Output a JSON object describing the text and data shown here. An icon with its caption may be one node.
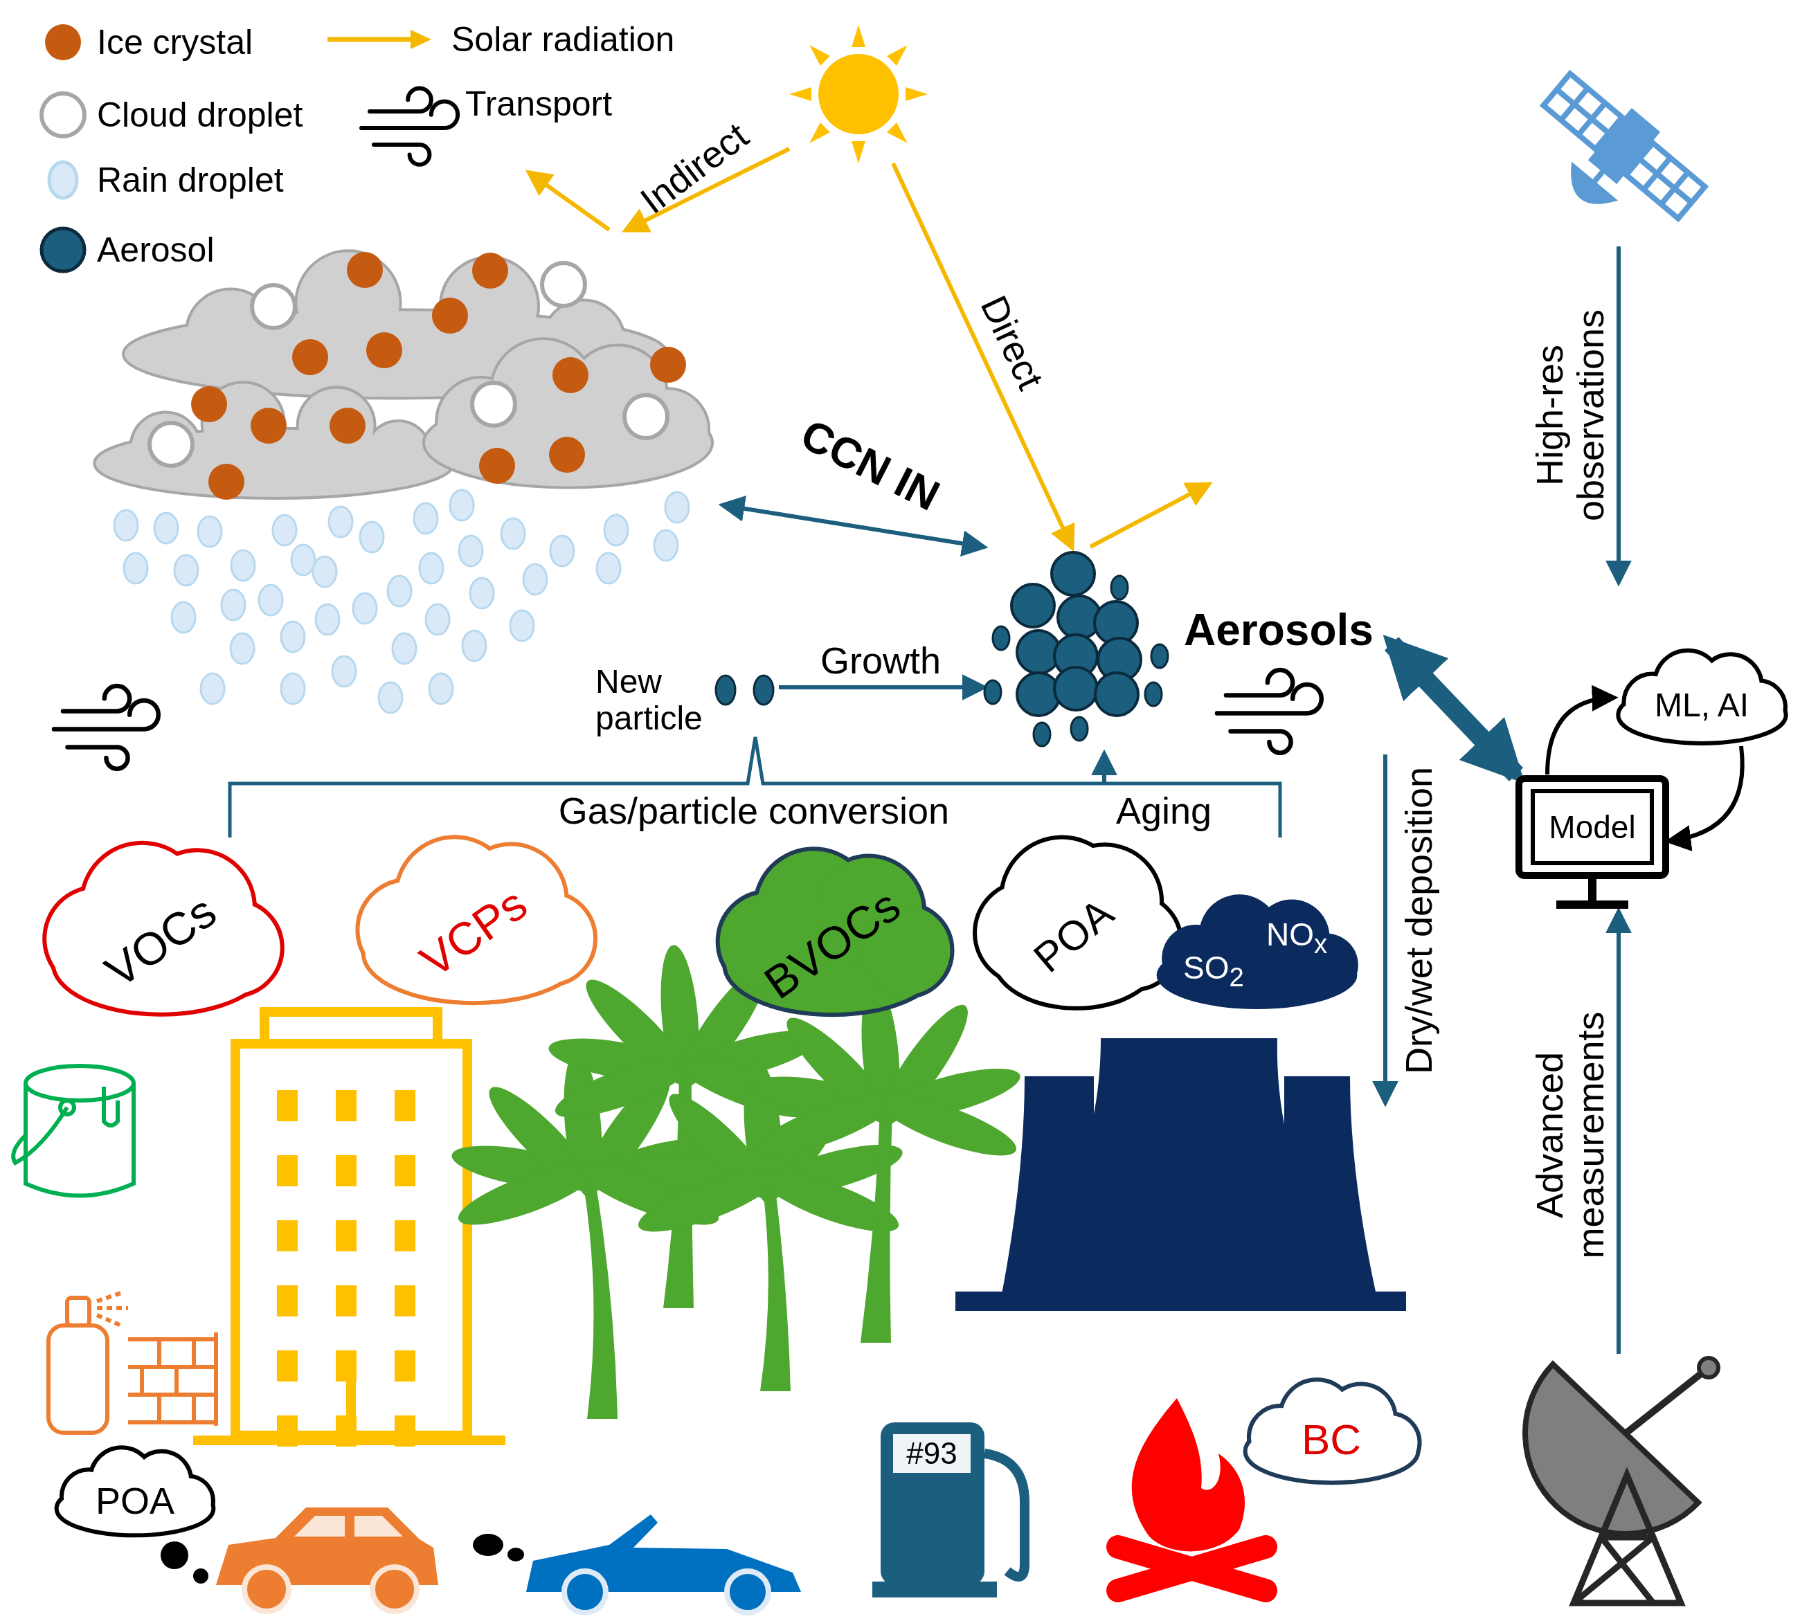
{
  "diagram": {
    "nodes": [
      {
        "text": [],
        "shape": "picture"
      },
      {
        "text": [],
        "shape": "picture"
      },
      {
        "text": [],
        "shape": "picture"
      },
      {
        "text": [
          "New particle"
        ]
      },
      {
        "text": [
          "Aerosols"
        ]
      },
      {
        "text": [
          "ML, AI"
        ]
      },
      {
        "text": [
          "Model"
        ]
      },
      {
        "text": [
          "VOCs"
        ]
      },
      {
        "text": [
          "VCPs"
        ]
      },
      {
        "text": [
          "BVOCs"
        ]
      },
      {
        "text": [
          "POA"
        ]
      },
      {
        "text": [
          "SO$_{2}$",
          "NO$_{x}$"
        ]
      },
      {
        "text": [
          "BC"
        ]
      },
      {
        "text": [
          "POA"
        ]
      },
      {
        "text": [],
        "shape": "picture"
      }
    ],
    "edges": [
      {
        "from": 1,
        "to": 0,
        "arrow": "to",
        "label": "Indirect",
        "color": "#f5b800"
      },
      {
        "from": 0,
        "to": null,
        "arrow": "to",
        "color": "#f5b800"
      },
      {
        "from": 1,
        "to": 4,
        "arrow": "to",
        "label": "Direct",
        "color": "#f5b800"
      },
      {
        "from": 4,
        "to": null,
        "arrow": "to",
        "color": "#f5b800"
      },
      {
        "from": 4,
        "to": 0,
        "arrow": "both",
        "label": "CCN IN"
      },
      {
        "from": 3,
        "to": 4,
        "arrow": "to",
        "label": "Growth"
      },
      {
        "from": null,
        "to": 4,
        "arrow": "to",
        "label": "Aging"
      },
      {
        "from": 4,
        "to": null,
        "arrow": "to",
        "label": "Dry/wet deposition"
      },
      {
        "from": 4,
        "to": 6,
        "arrow": "both",
        "style": "thick"
      },
      {
        "from": 2,
        "to": null,
        "arrow": "to",
        "label": "High-res observations"
      },
      {
        "from": 14,
        "to": 6,
        "arrow": "to",
        "label": "Advanced measurements"
      },
      {
        "from": 6,
        "to": 5,
        "arrow": "to",
        "color": "#000000"
      },
      {
        "from": 5,
        "to": 6,
        "arrow": "to",
        "color": "#000000"
      }
    ],
    "labels": [
      "Gas/particle conversion",
      "#93"
    ],
    "legend": [
      {
        "text": "Ice crystal",
        "color": "#c55a11"
      },
      {
        "text": "Cloud droplet"
      },
      {
        "text": "Rain droplet",
        "color": "#dae9f7"
      },
      {
        "text": "Aerosol",
        "color": "#1b5e7e"
      },
      {
        "text": "Solar radiation"
      },
      {
        "text": "Transport"
      }
    ]
  }
}
